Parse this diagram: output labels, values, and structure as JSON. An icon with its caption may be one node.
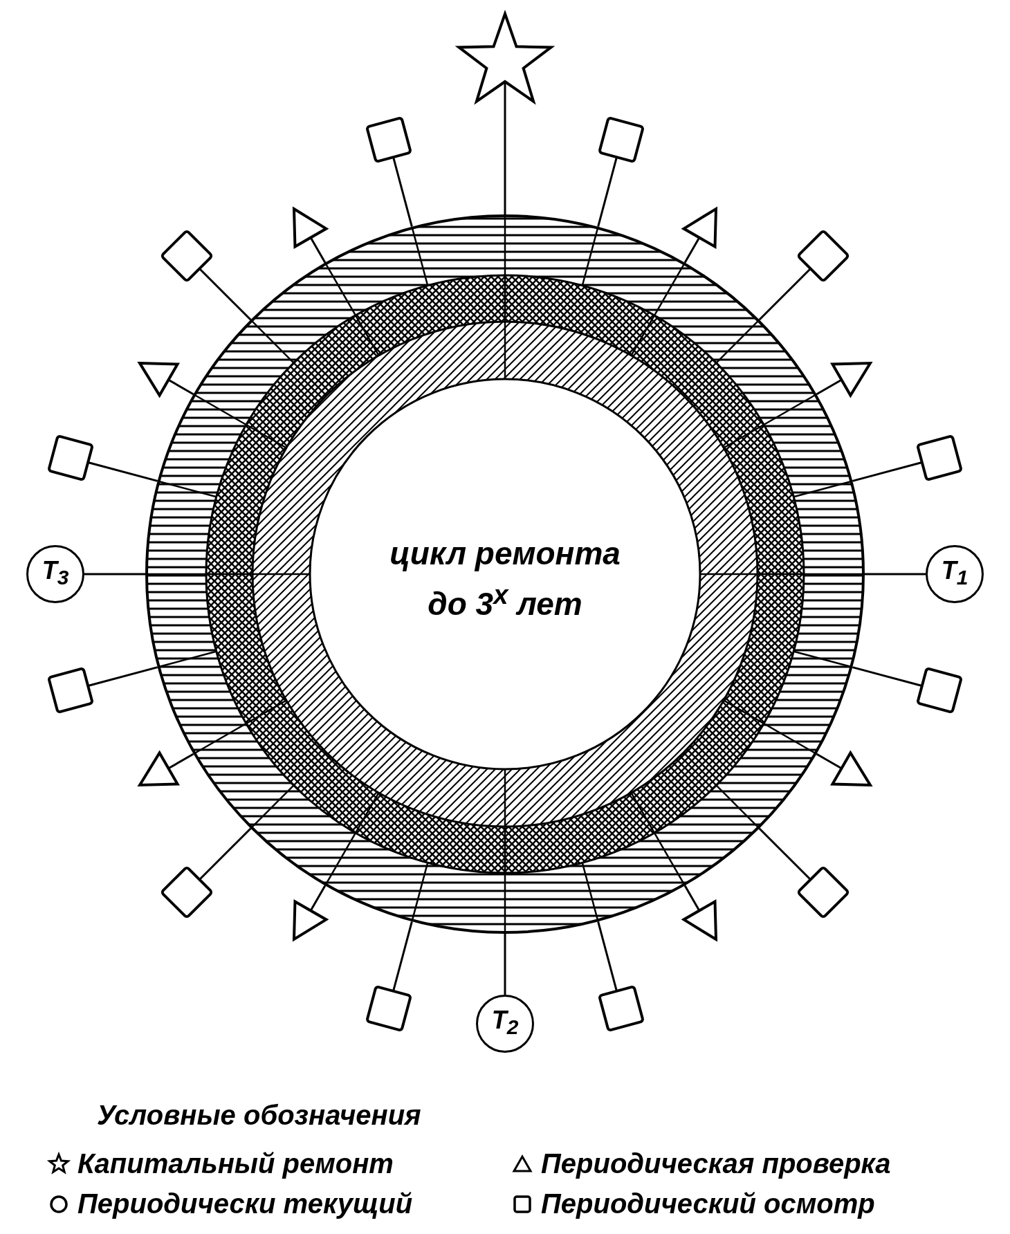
{
  "diagram": {
    "nodes": [
      {
        "text": [
          "цикл ремонта до 3$^{х}$ лет"
        ]
      },
      {
        "text": [],
        "shape": "star"
      },
      {
        "text": [],
        "shape": "box"
      },
      {
        "text": [],
        "shape": "triangle"
      },
      {
        "text": [],
        "shape": "box"
      },
      {
        "text": [],
        "shape": "triangle"
      },
      {
        "text": [],
        "shape": "box"
      },
      {
        "text": [
          "T$_{1}$"
        ]
      },
      {
        "text": [],
        "shape": "box"
      },
      {
        "text": [],
        "shape": "triangle"
      },
      {
        "text": [],
        "shape": "box"
      },
      {
        "text": [],
        "shape": "triangle"
      },
      {
        "text": [],
        "shape": "box"
      },
      {
        "text": [
          "T$_{2}$"
        ]
      },
      {
        "text": [],
        "shape": "box"
      },
      {
        "text": [],
        "shape": "triangle"
      },
      {
        "text": [],
        "shape": "box"
      },
      {
        "text": [],
        "shape": "triangle"
      },
      {
        "text": [],
        "shape": "box"
      },
      {
        "text": [
          "T$_{3}$"
        ]
      },
      {
        "text": [],
        "shape": "box"
      },
      {
        "text": [],
        "shape": "triangle"
      },
      {
        "text": [],
        "shape": "box"
      },
      {
        "text": [],
        "shape": "triangle"
      },
      {
        "text": [],
        "shape": "box"
      }
    ],
    "edges": [
      {
        "from": 0,
        "to": 1,
        "arrow": "none"
      },
      {
        "from": 0,
        "to": 2,
        "arrow": "none"
      },
      {
        "from": 0,
        "to": 3,
        "arrow": "none"
      },
      {
        "from": 0,
        "to": 4,
        "arrow": "none"
      },
      {
        "from": 0,
        "to": 5,
        "arrow": "none"
      },
      {
        "from": 0,
        "to": 6,
        "arrow": "none"
      },
      {
        "from": 0,
        "to": 7,
        "arrow": "none"
      },
      {
        "from": 0,
        "to": 8,
        "arrow": "none"
      },
      {
        "from": 0,
        "to": 9,
        "arrow": "none"
      },
      {
        "from": 0,
        "to": 10,
        "arrow": "none"
      },
      {
        "from": 0,
        "to": 11,
        "arrow": "none"
      },
      {
        "from": 0,
        "to": 12,
        "arrow": "none"
      },
      {
        "from": 0,
        "to": 13,
        "arrow": "none"
      },
      {
        "from": 0,
        "to": 14,
        "arrow": "none"
      },
      {
        "from": 0,
        "to": 15,
        "arrow": "none"
      },
      {
        "from": 0,
        "to": 16,
        "arrow": "none"
      },
      {
        "from": 0,
        "to": 17,
        "arrow": "none"
      },
      {
        "from": 0,
        "to": 18,
        "arrow": "none"
      },
      {
        "from": 0,
        "to": 19,
        "arrow": "none"
      },
      {
        "from": 0,
        "to": 20,
        "arrow": "none"
      },
      {
        "from": 0,
        "to": 21,
        "arrow": "none"
      },
      {
        "from": 0,
        "to": 22,
        "arrow": "none"
      },
      {
        "from": 0,
        "to": 23,
        "arrow": "none"
      },
      {
        "from": 0,
        "to": 24,
        "arrow": "none"
      }
    ],
    "labels": [
      "Условные обозначения"
    ],
    "legend": [
      {
        "text": "Капитальный ремонт"
      },
      {
        "text": "Периодическая проверка"
      },
      {
        "text": "Периодически текущий"
      },
      {
        "text": "Периодический осмотр"
      }
    ]
  }
}
